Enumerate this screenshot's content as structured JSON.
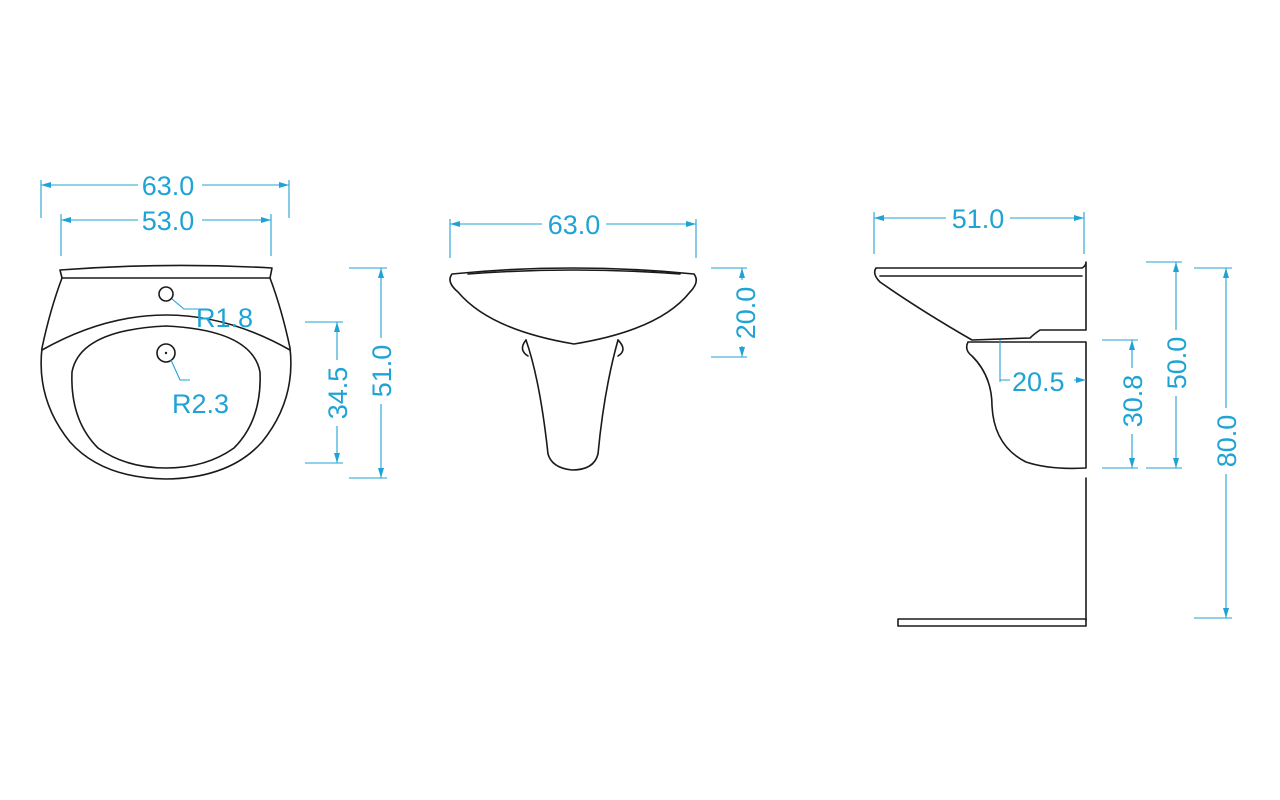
{
  "dimensions": {
    "top_view": {
      "overall_width": "63.0",
      "inner_width": "53.0",
      "tap_hole_radius": "R1.8",
      "drain_radius": "R2.3",
      "bowl_depth": "34.5",
      "overall_depth": "51.0"
    },
    "front_view": {
      "overall_width": "63.0",
      "basin_height": "20.0"
    },
    "side_view": {
      "overall_depth": "51.0",
      "pedestal_projection": "20.5",
      "pedestal_height": "30.8",
      "top_height": "50.0",
      "overall_height": "80.0"
    }
  },
  "colors": {
    "outline": "#1a1a1a",
    "dimension": "#1fa3d4",
    "background": "#ffffff"
  }
}
